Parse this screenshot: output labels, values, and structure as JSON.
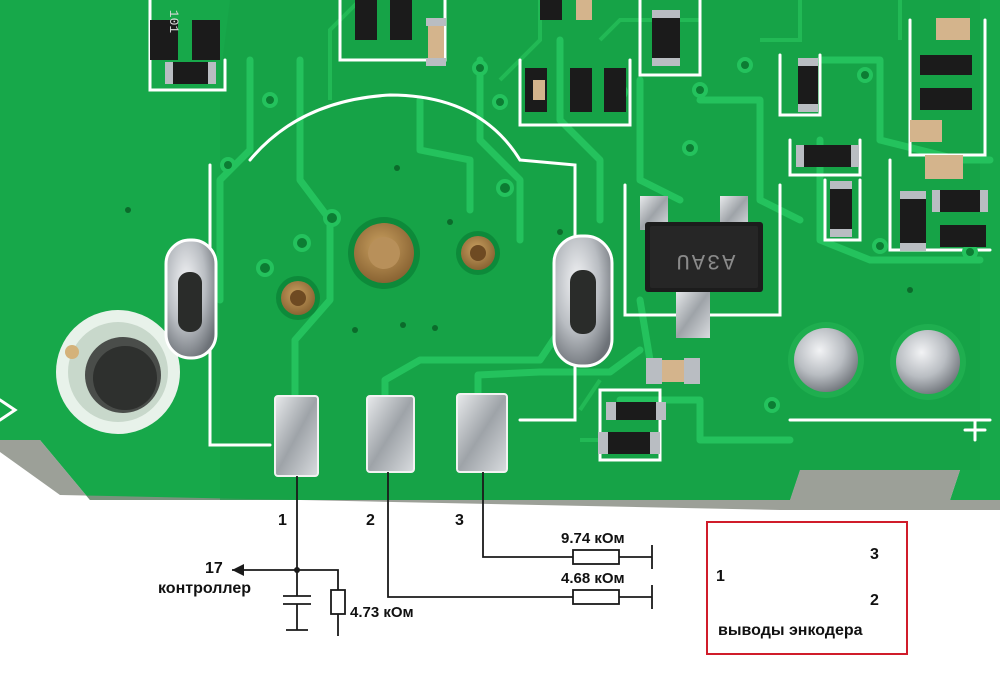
{
  "pcb": {
    "chip_marking": "A3AU",
    "smd_marking": "101"
  },
  "schematic": {
    "pin_labels": [
      "1",
      "2",
      "3"
    ],
    "controller_pin": "17",
    "controller_label": "контроллер",
    "resistor_pin1": "4.73 кОм",
    "resistor_pin3": "9.74 кОм",
    "resistor_pin2": "4.68 кОм"
  },
  "legend": {
    "pin_1": "1",
    "pin_2": "2",
    "pin_3": "3",
    "caption": "выводы энкодера",
    "border_color": "#d01c2a"
  },
  "colors": {
    "pcb_green": "#17a84a",
    "pcb_dark": "#0f8c3b",
    "trace": "#1fbf58",
    "silkscreen": "#ffffff",
    "solder": "#c9ccd0"
  }
}
